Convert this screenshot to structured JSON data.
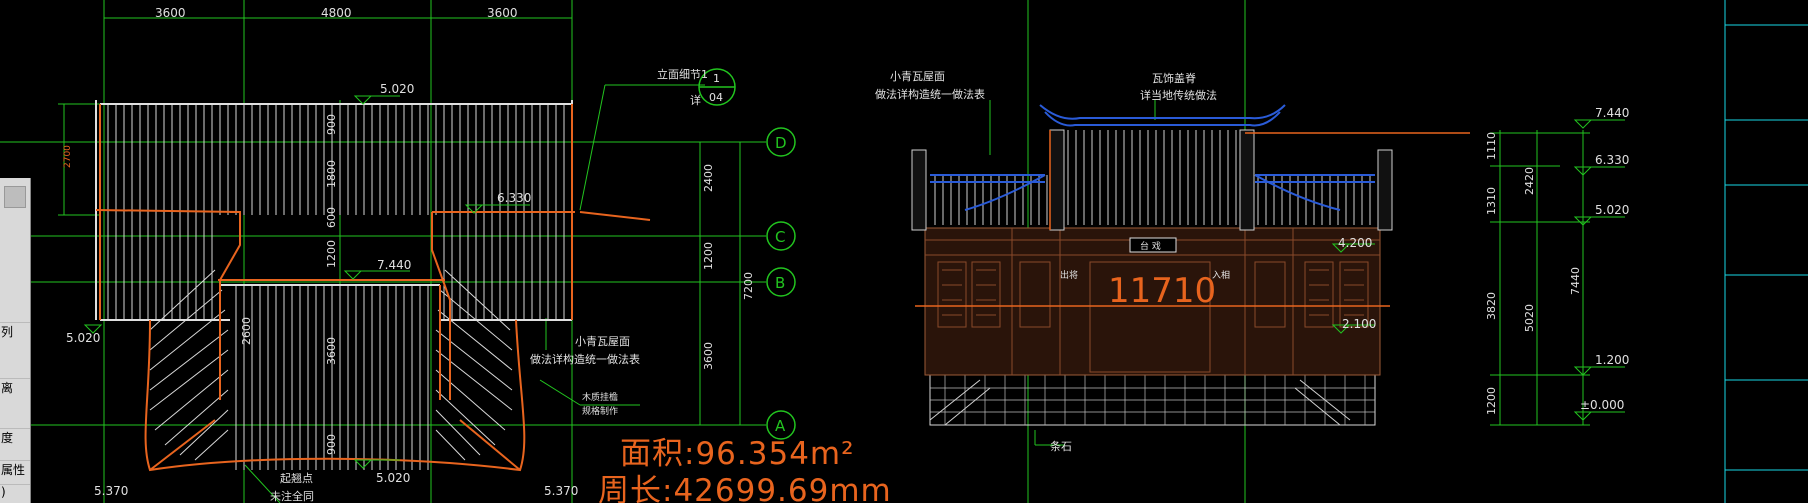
{
  "colors": {
    "background": "#000000",
    "grid": "#22c41f",
    "roof": "#e0e0e0",
    "highlight": "#e8641e",
    "blue": "#2a5bd8",
    "cyan": "#19d7e6",
    "panel": "#d9d9d9"
  },
  "plan": {
    "top_dims": [
      "3600",
      "4800",
      "3600"
    ],
    "left_dim": "2700",
    "right_dims": [
      "2400",
      "1200",
      "3600"
    ],
    "overall_dim": "7200",
    "inner_dims": [
      "900",
      "1800",
      "600",
      "1200",
      "2600",
      "3600",
      "900"
    ],
    "elevations": {
      "top": "5.020",
      "mid_right": "6.330",
      "ridge": "7.440",
      "left": "5.020",
      "bottom": "5.020",
      "corner_left": "5.370",
      "corner_right": "5.370"
    },
    "axis_labels": [
      "D",
      "C",
      "B",
      "A"
    ],
    "callout": {
      "title": "立面细节1",
      "detail_num": "1",
      "detail_page": "04",
      "detail_prefix": "详"
    },
    "note_roof": [
      "小青瓦屋面",
      "做法详构造统一做法表"
    ],
    "note_wood": [
      "木质挂檐",
      "规格制作"
    ],
    "note_start": [
      "起翘点",
      "未注全同"
    ]
  },
  "readouts": {
    "area": "面积:96.354m²",
    "perimeter": "周长:42699.69mm"
  },
  "elevation_view": {
    "note_roof": [
      "小青瓦屋面",
      "做法详构造统一做法表"
    ],
    "note_ridge": [
      "瓦饰盖脊",
      "详当地传统做法"
    ],
    "plaque": "台 戏",
    "left_plaque": "出将",
    "right_plaque": "入相",
    "highlight_value": "11710",
    "levels": [
      "7.440",
      "6.330",
      "5.020",
      "4.200",
      "2.100",
      "1.200",
      "±0.000"
    ],
    "dims_a": [
      "1110",
      "1310",
      "3820",
      "1200"
    ],
    "dims_b": [
      "2420",
      "5020"
    ],
    "overall": "7440",
    "note_base": "条石"
  },
  "side_panel_items": [
    "列",
    "离",
    "度",
    "属性",
    ")"
  ],
  "right_panel_items": [
    "",
    "",
    "",
    "",
    "",
    ""
  ]
}
